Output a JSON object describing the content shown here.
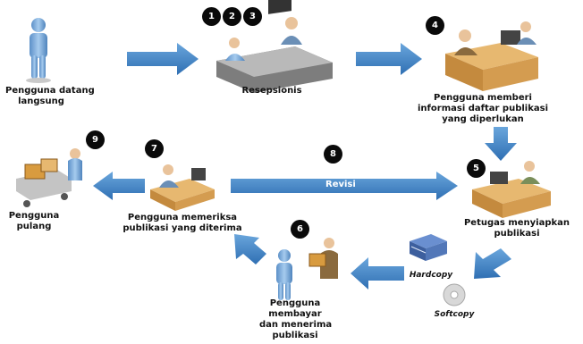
{
  "steps": {
    "s1": "1",
    "s2": "2",
    "s3": "3",
    "s4": "4",
    "s5": "5",
    "s6": "6",
    "s7": "7",
    "s8": "8",
    "s9": "9"
  },
  "labels": {
    "pengguna_datang": [
      "Pengguna datang",
      "langsung"
    ],
    "resepsionis": [
      "Resepsionis"
    ],
    "memberi_informasi": [
      "Pengguna memberi",
      "informasi daftar publikasi",
      "yang diperlukan"
    ],
    "petugas": [
      "Petugas menyiapkan",
      "publikasi"
    ],
    "membayar": [
      "Pengguna",
      "membayar",
      "dan menerima",
      "publikasi"
    ],
    "memeriksa": [
      "Pengguna memeriksa",
      "publikasi yang diterima"
    ],
    "pulang": [
      "Pengguna",
      "pulang"
    ],
    "hardcopy": "Hardcopy",
    "softcopy": "Softcopy",
    "revisi": "Revisi"
  },
  "colors": {
    "arrow": "#3b7fc0",
    "arrow_light": "#6aa6dc",
    "badge": "#0a0a0a",
    "person": "#8ab4e0",
    "desk": "#d8a860"
  }
}
